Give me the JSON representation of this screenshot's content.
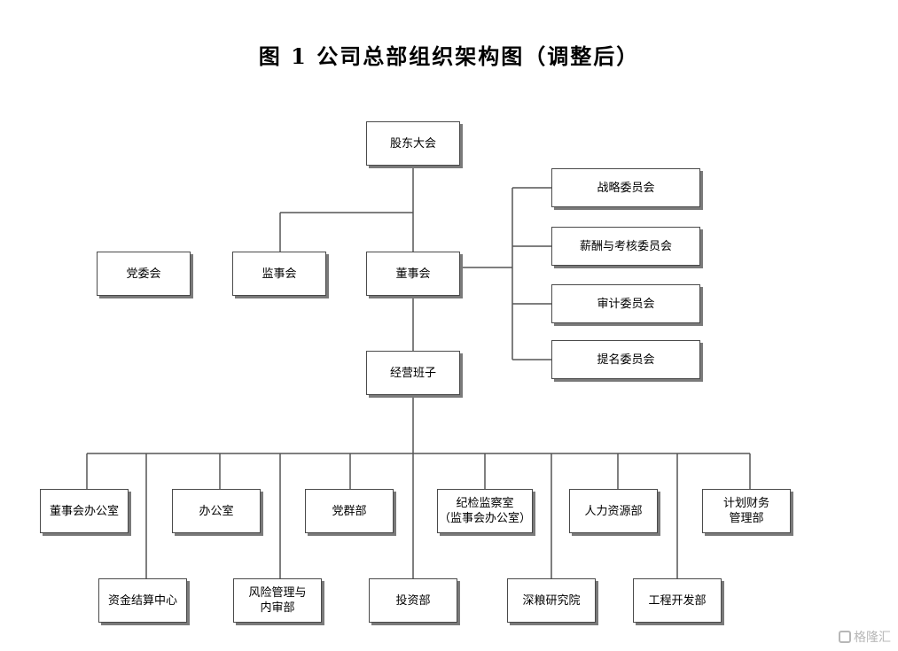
{
  "title": "图 1   公司总部组织架构图（调整后）",
  "nodes": {
    "shareholders": "股东大会",
    "party_committee": "党委会",
    "supervisory_board": "监事会",
    "board": "董事会",
    "strategy_committee": "战略委员会",
    "compensation_committee": "薪酬与考核委员会",
    "audit_committee": "审计委员会",
    "nomination_committee": "提名委员会",
    "management": "经营班子",
    "board_office": "董事会办公室",
    "office": "办公室",
    "party_dept": "党群部",
    "discipline_line1": "纪检监察室",
    "discipline_line2": "（监事会办公室）",
    "hr": "人力资源部",
    "finance_line1": "计划财务",
    "finance_line2": "管理部",
    "fund_center": "资金结算中心",
    "risk_line1": "风险管理与",
    "risk_line2": "内审部",
    "investment": "投资部",
    "grain_institute": "深粮研究院",
    "engineering": "工程开发部"
  },
  "watermark": "格隆汇"
}
